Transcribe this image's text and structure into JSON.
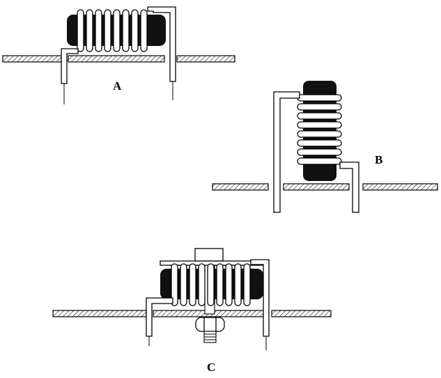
{
  "figures": [
    {
      "id": "a",
      "label": "A",
      "description": "horizontal-coil-resistor-on-board"
    },
    {
      "id": "b",
      "label": "B",
      "description": "vertical-coil-resistor-on-board"
    },
    {
      "id": "c",
      "label": "C",
      "description": "coil-resistor-bolted-to-board"
    }
  ],
  "colors": {
    "ink": "#000000",
    "paper": "#ffffff",
    "core": "#111111"
  }
}
